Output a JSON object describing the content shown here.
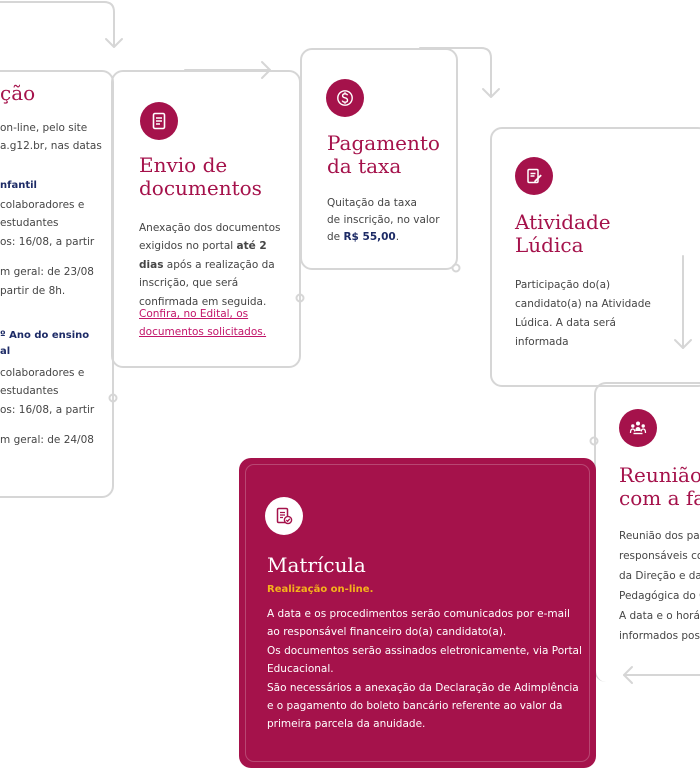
{
  "inscricao": {
    "title": "ção",
    "line1": "on-line, pelo site",
    "line2": "a.g12.br, nas datas",
    "sub1": "nfantil",
    "sub1_l1": " colaboradores e",
    "sub1_l2": "estudantes",
    "sub1_l3": "os: 16/08, a partir",
    "sub1_l4": "m geral: de 23/08",
    "sub1_l5": "partir de 8h.",
    "sub2_a": "º Ano do ensino",
    "sub2_b": "al",
    "sub2_l1": " colaboradores e",
    "sub2_l2": "estudantes",
    "sub2_l3": "os: 16/08, a partir",
    "sub2_l4": "m geral: de 24/08"
  },
  "envio": {
    "title_l1": "Envio de",
    "title_l2": "documentos",
    "p1": "Anexação dos documentos",
    "p2": "exigidos no portal ",
    "p2_bold": "até 2",
    "p3_bold": "dias",
    "p3": " após a realização da",
    "p4": "inscrição, que será",
    "p5": "confirmada em seguida.",
    "link_l1": "Confira, no Edital, os",
    "link_l2": "documentos solicitados."
  },
  "pagamento": {
    "title_l1": "Pagamento",
    "title_l2": "da taxa",
    "p1": "Quitação da taxa",
    "p2": "de inscrição, no valor",
    "p3": "de ",
    "price": "R$ 55,00",
    "p3_end": "."
  },
  "atividade": {
    "title_l1": "Atividade",
    "title_l2": "Lúdica",
    "p1": "Participação do(a)",
    "p2": "candidato(a) na Atividade",
    "p3": "Lúdica. A data será",
    "p4": "informada"
  },
  "reuniao": {
    "title_l1": "Reunião",
    "title_l2": "com a fa",
    "p1": "Reunião dos pais",
    "p2": "responsáveis cor",
    "p3": "da Direção e da C",
    "p4": "Pedagógica do C",
    "p5": "A data e o horári",
    "p6": "informados post"
  },
  "matricula": {
    "title": "Matrícula",
    "highlight": "Realização on-line.",
    "l1": "A data e os procedimentos serão comunicados por e-mail",
    "l2": "ao responsável financeiro do(a) candidato(a).",
    "l3": "Os documentos serão assinados eletronicamente, via Portal",
    "l4": "Educacional.",
    "l5": "São necessários a anexação da Declaração de Adimplência",
    "l6": "e o pagamento do boleto bancário referente ao valor da",
    "l7": "primeira parcela da anuidade."
  },
  "colors": {
    "accent": "#a5124b",
    "navy": "#1d2b66",
    "link": "#c2156a",
    "highlight": "#f5b21b",
    "border": "#d6d6d6"
  },
  "icons": [
    "document-icon",
    "dollar-icon",
    "pencil-note-icon",
    "people-meeting-icon",
    "checklist-icon"
  ]
}
